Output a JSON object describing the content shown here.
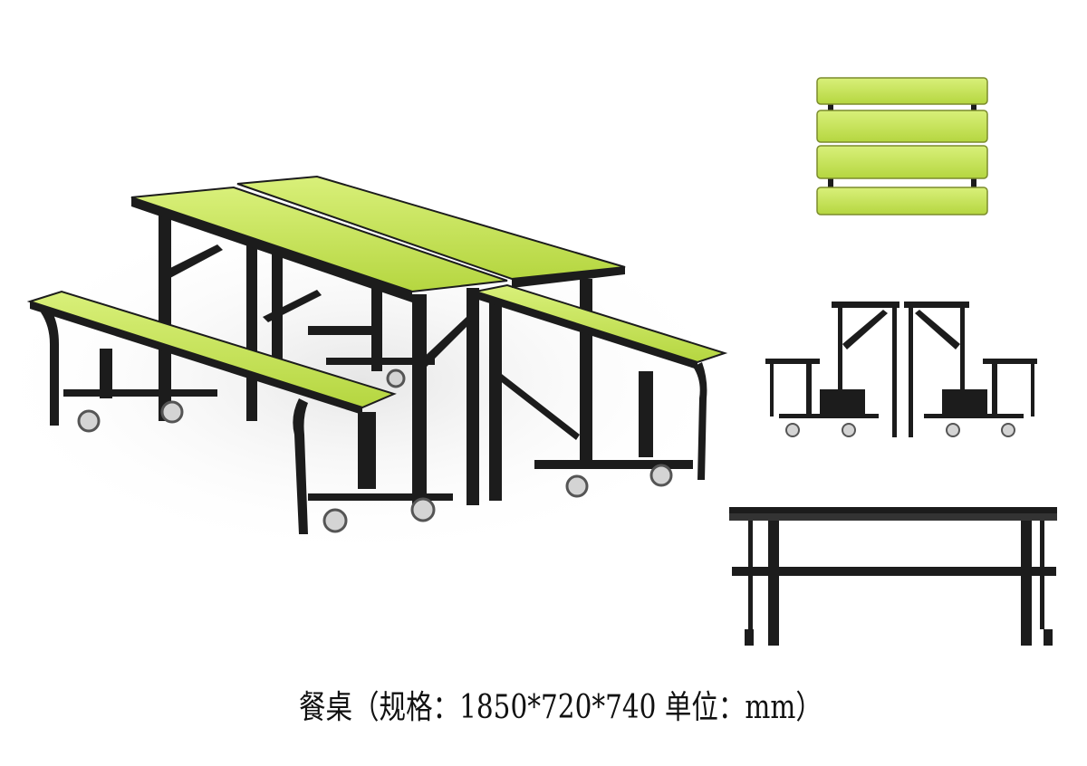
{
  "caption": "餐桌（规格：1850*720*740 单位：mm）",
  "colors": {
    "tabletop": "#c9e85a",
    "frame": "#1c1c1c",
    "wheel": "#cfcfcf"
  },
  "views": [
    "perspective-view",
    "top-view",
    "end-view",
    "side-view"
  ]
}
